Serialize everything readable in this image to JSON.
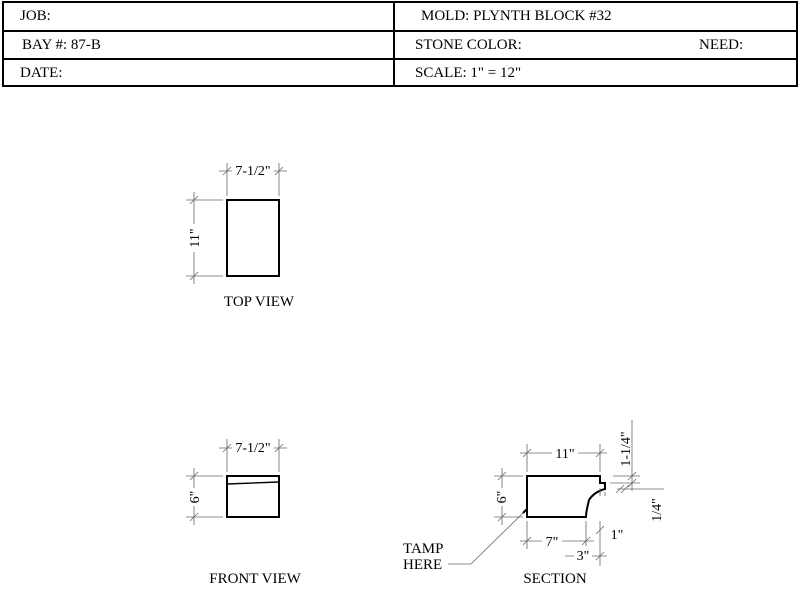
{
  "title_block": {
    "job": "JOB:",
    "mold": "MOLD: PLYNTH BLOCK #32",
    "bay": "BAY #: 87-B",
    "stone_color": "STONE COLOR:",
    "need": "NEED:",
    "date": "DATE:",
    "scale": "SCALE:  1\" = 12\""
  },
  "top_view": {
    "title": "TOP VIEW",
    "width_dim": "7-1/2\"",
    "height_dim": "11\""
  },
  "front_view": {
    "title": "FRONT VIEW",
    "width_dim": "7-1/2\"",
    "height_dim": "6\""
  },
  "section": {
    "title": "SECTION",
    "width_dim": "11\"",
    "height_dim": "6\"",
    "top_dim": "1-1/4\"",
    "right_dim": "1/4\"",
    "bottom_dim": "7\"",
    "curve_dim": "3\"",
    "step_dim": "1\"",
    "note_line1": "TAMP",
    "note_line2": "HERE"
  }
}
